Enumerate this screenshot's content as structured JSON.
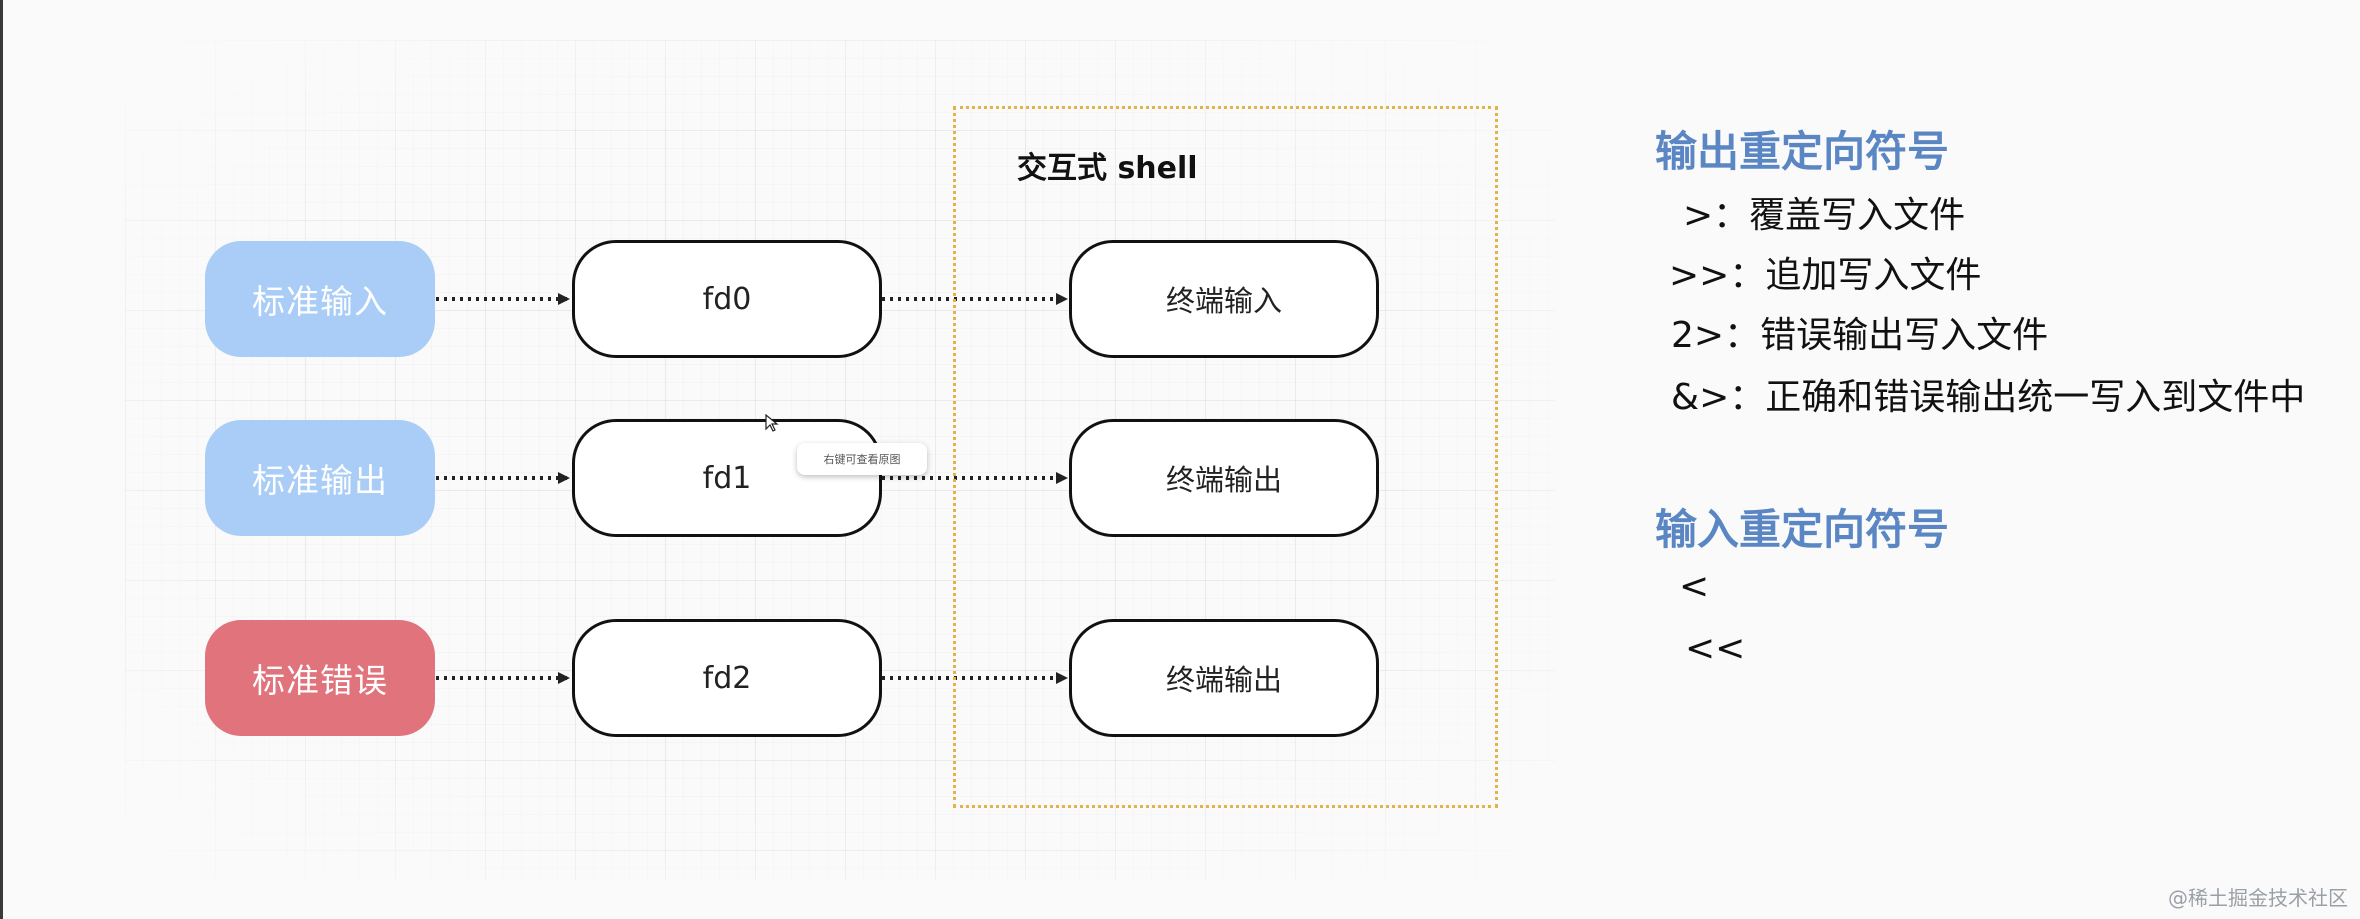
{
  "diagram": {
    "sources": [
      {
        "label": "标准输入",
        "color": "#a9cdf6"
      },
      {
        "label": "标准输出",
        "color": "#a9cdf6"
      },
      {
        "label": "标准错误",
        "color": "#e0737b"
      }
    ],
    "descriptors": [
      "fd0",
      "fd1",
      "fd2"
    ],
    "shell": {
      "title": "交互式 shell",
      "terminals": [
        "终端输入",
        "终端输出",
        "终端输出"
      ]
    },
    "tooltip": "右键可查看原图"
  },
  "legend": {
    "output": {
      "heading": "输出重定向符号",
      "items": [
        ">：覆盖写入文件",
        ">>：追加写入文件",
        "2>：错误输出写入文件",
        "&>：正确和错误输出统一写入到文件中"
      ]
    },
    "input": {
      "heading": "输入重定向符号",
      "items": [
        "<",
        "<<"
      ]
    }
  },
  "colors": {
    "heading": "#5b86c4",
    "shell_border": "#e3b34a"
  },
  "watermark": "@稀土掘金技术社区"
}
